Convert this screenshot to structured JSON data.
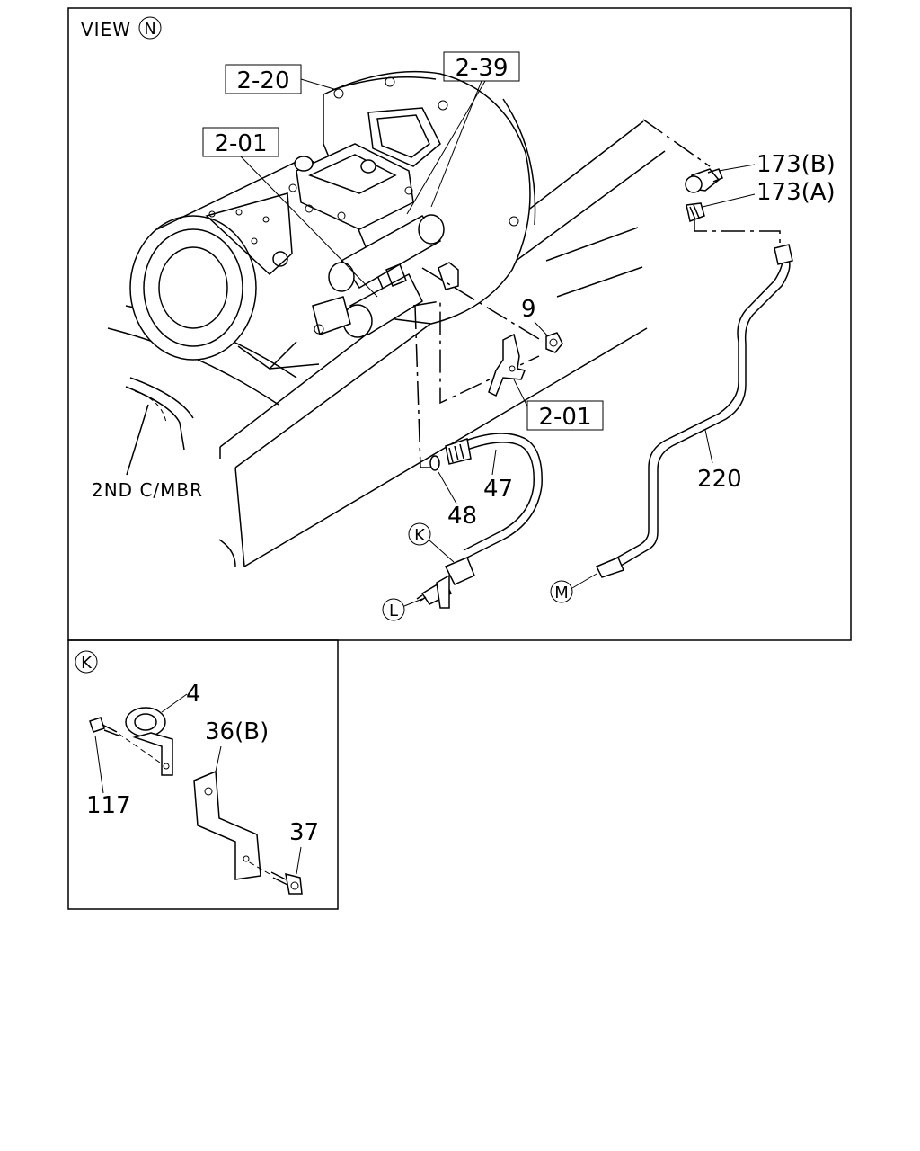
{
  "main_view": {
    "title": "VIEW",
    "title_marker": "N",
    "refs": {
      "r_2_20": "2-20",
      "r_2_39": "2-39",
      "r_2_01_top": "2-01",
      "r_2_01_mid": "2-01"
    },
    "callouts": {
      "c_173b": "173(B)",
      "c_173a": "173(A)",
      "c_9": "9",
      "c_47": "47",
      "c_48": "48",
      "c_220": "220",
      "c_2nd": "2ND C/MBR"
    },
    "markers": {
      "k": "K",
      "l": "L",
      "m": "M"
    }
  },
  "detail_view": {
    "marker": "K",
    "callouts": {
      "c_4": "4",
      "c_36b": "36(B)",
      "c_117": "117",
      "c_37": "37"
    }
  }
}
